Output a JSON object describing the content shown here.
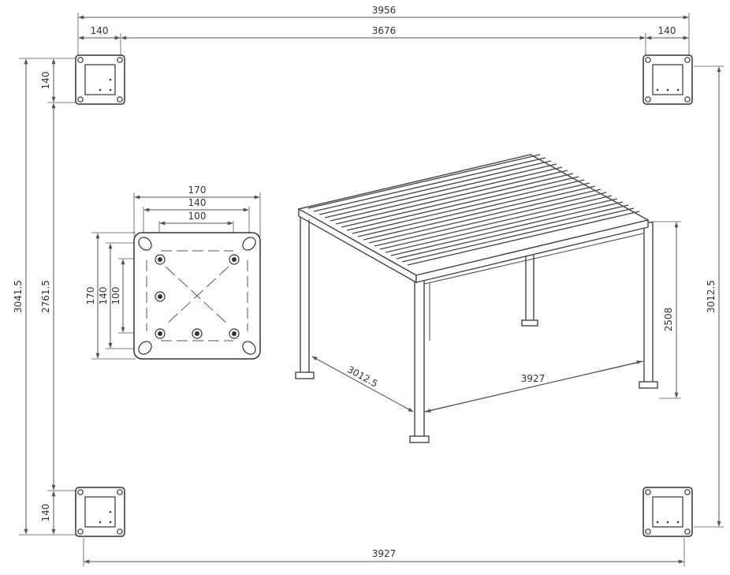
{
  "dimensions": {
    "overall_width": "3956",
    "inner_width": "3676",
    "post_size_left": "140",
    "post_size_right": "140",
    "overall_depth": "3041.5",
    "inner_depth": "2761.5",
    "post_size_top": "140",
    "post_size_bottom": "140",
    "right_depth": "3012.5",
    "bottom_width": "3927",
    "detail_outer_h": "170",
    "detail_mid_h": "140",
    "detail_inner_h": "100",
    "detail_outer_v": "170",
    "detail_mid_v": "140",
    "detail_inner_v": "100",
    "pergola_depth": "3012.5",
    "pergola_width": "3927",
    "pergola_height": "2508"
  },
  "colors": {
    "line": "#555555",
    "text": "#333333",
    "roof": "#444444"
  }
}
